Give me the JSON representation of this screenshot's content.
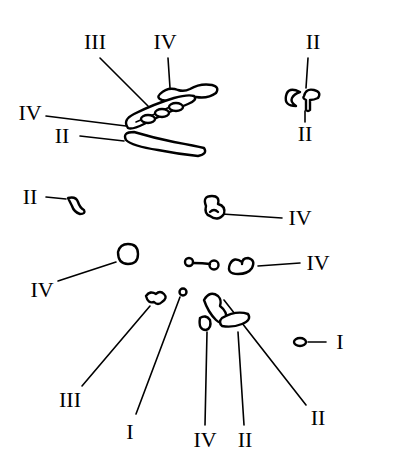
{
  "diagram": {
    "labels": [
      "III",
      "IV",
      "II",
      "IV",
      "II",
      "II",
      "II",
      "IV",
      "IV",
      "IV",
      "I",
      "III",
      "II",
      "I",
      "IV",
      "II"
    ]
  }
}
